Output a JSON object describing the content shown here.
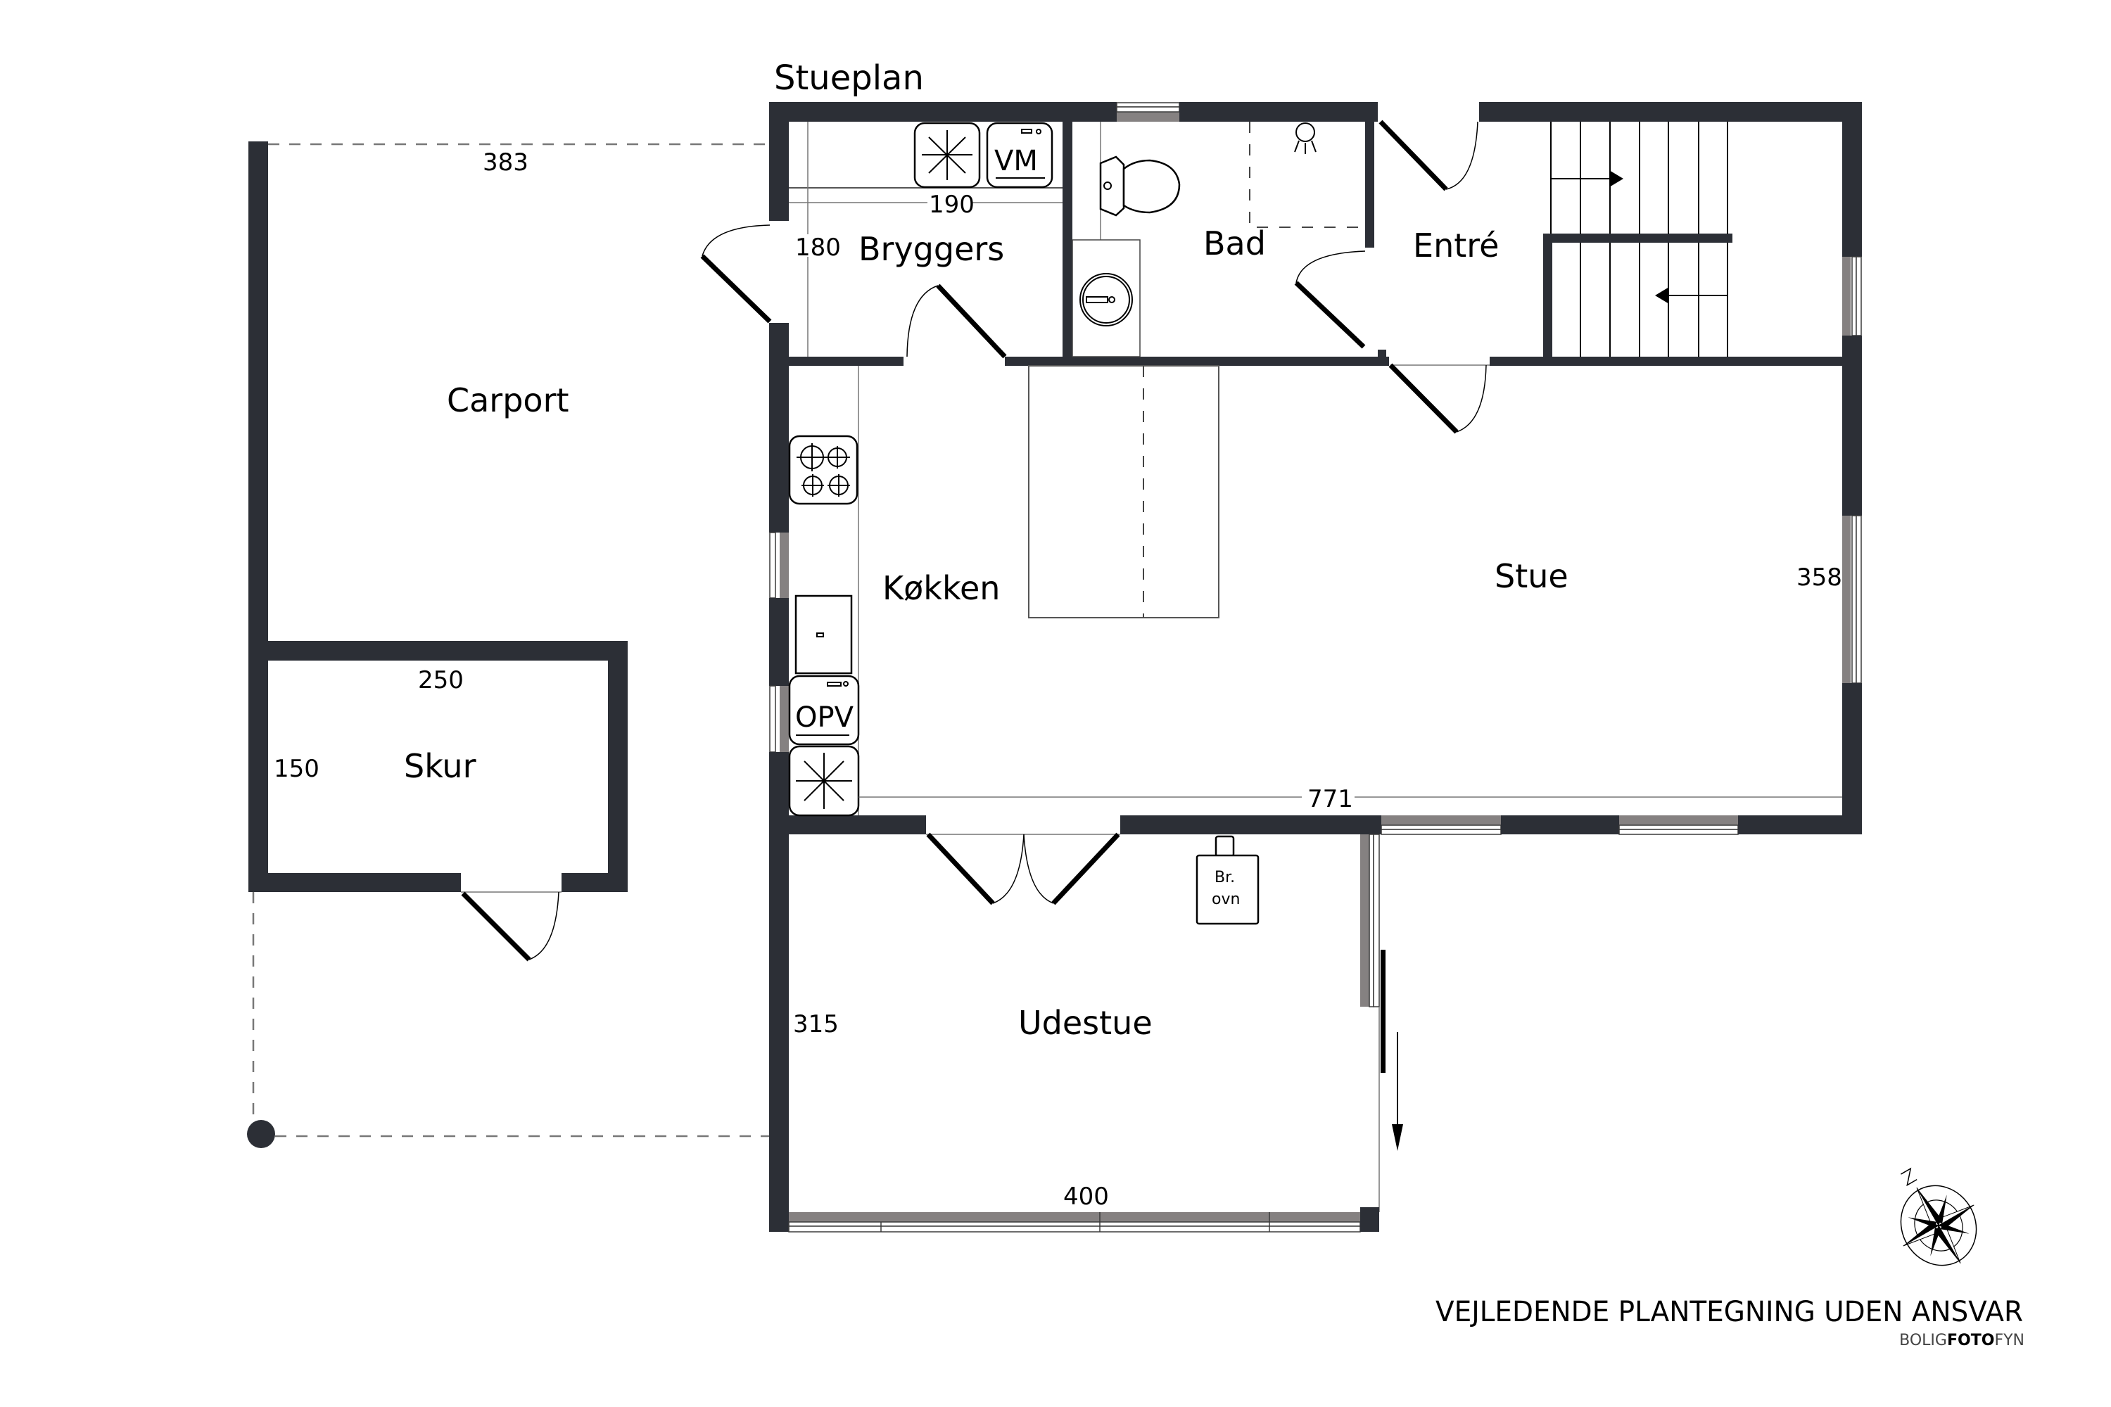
{
  "plan": {
    "title": "Stueplan",
    "colors": {
      "wall": "#2c2f36",
      "window": "#858181",
      "background": "#ffffff"
    }
  },
  "rooms": {
    "carport": "Carport",
    "skur": "Skur",
    "bryggers": "Bryggers",
    "bad": "Bad",
    "entre": "Entré",
    "kokken": "Køkken",
    "stue": "Stue",
    "udestue": "Udestue"
  },
  "dimensions": {
    "carport_width": "383",
    "bryggers_width": "190",
    "bryggers_depth": "180",
    "skur_width": "250",
    "skur_depth": "150",
    "stue_width": "771",
    "stue_depth": "358",
    "udestue_depth": "315",
    "udestue_width": "400"
  },
  "appliances": {
    "washing_machine": "VM",
    "dishwasher": "OPV",
    "stove_line1": "Br.",
    "stove_line2": "ovn"
  },
  "icons": {
    "freezer_bryggers": "freezer-icon",
    "freezer_kitchen": "freezer-icon",
    "hob": "hob-icon",
    "toilet": "toilet-icon",
    "sink": "sink-icon",
    "shower": "shower-icon",
    "compass": "compass-rose-icon",
    "stairs_arrows": [
      "arrow-right-icon",
      "arrow-left-icon"
    ],
    "sliding_door_arrow": "arrow-down-icon"
  },
  "footer": {
    "disclaimer": "VEJLEDENDE PLANTEGNING UDEN ANSVAR",
    "logo_part1": "BOLIG",
    "logo_part2": "FOTO",
    "logo_part3": "FYN"
  }
}
